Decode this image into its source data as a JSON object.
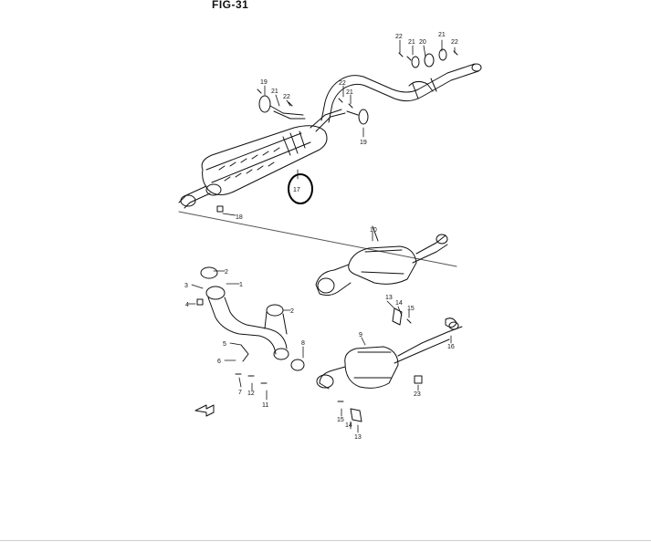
{
  "figure": {
    "title": "FIG-31",
    "highlight_color": "#000000"
  },
  "callouts": [
    {
      "id": "c-22a",
      "label": "22"
    },
    {
      "id": "c-21a",
      "label": "21"
    },
    {
      "id": "c-20",
      "label": "20"
    },
    {
      "id": "c-21b",
      "label": "21"
    },
    {
      "id": "c-22b",
      "label": "22"
    },
    {
      "id": "c-19a",
      "label": "19"
    },
    {
      "id": "c-21c",
      "label": "21"
    },
    {
      "id": "c-22c",
      "label": "22"
    },
    {
      "id": "c-22d",
      "label": "22"
    },
    {
      "id": "c-21d",
      "label": "21"
    },
    {
      "id": "c-19b",
      "label": "19"
    },
    {
      "id": "c-17",
      "label": "17"
    },
    {
      "id": "c-18",
      "label": "18"
    },
    {
      "id": "c-10",
      "label": "10"
    },
    {
      "id": "c-2a",
      "label": "2"
    },
    {
      "id": "c-3",
      "label": "3"
    },
    {
      "id": "c-1",
      "label": "1"
    },
    {
      "id": "c-4",
      "label": "4"
    },
    {
      "id": "c-2b",
      "label": "2"
    },
    {
      "id": "c-8",
      "label": "8"
    },
    {
      "id": "c-5",
      "label": "5"
    },
    {
      "id": "c-6",
      "label": "6"
    },
    {
      "id": "c-7",
      "label": "7"
    },
    {
      "id": "c-12",
      "label": "12"
    },
    {
      "id": "c-11",
      "label": "11"
    },
    {
      "id": "c-13a",
      "label": "13"
    },
    {
      "id": "c-14a",
      "label": "14"
    },
    {
      "id": "c-15a",
      "label": "15"
    },
    {
      "id": "c-16",
      "label": "16"
    },
    {
      "id": "c-9",
      "label": "9"
    },
    {
      "id": "c-23",
      "label": "23"
    },
    {
      "id": "c-15b",
      "label": "15"
    },
    {
      "id": "c-14b",
      "label": "14"
    },
    {
      "id": "c-13b",
      "label": "13"
    }
  ]
}
